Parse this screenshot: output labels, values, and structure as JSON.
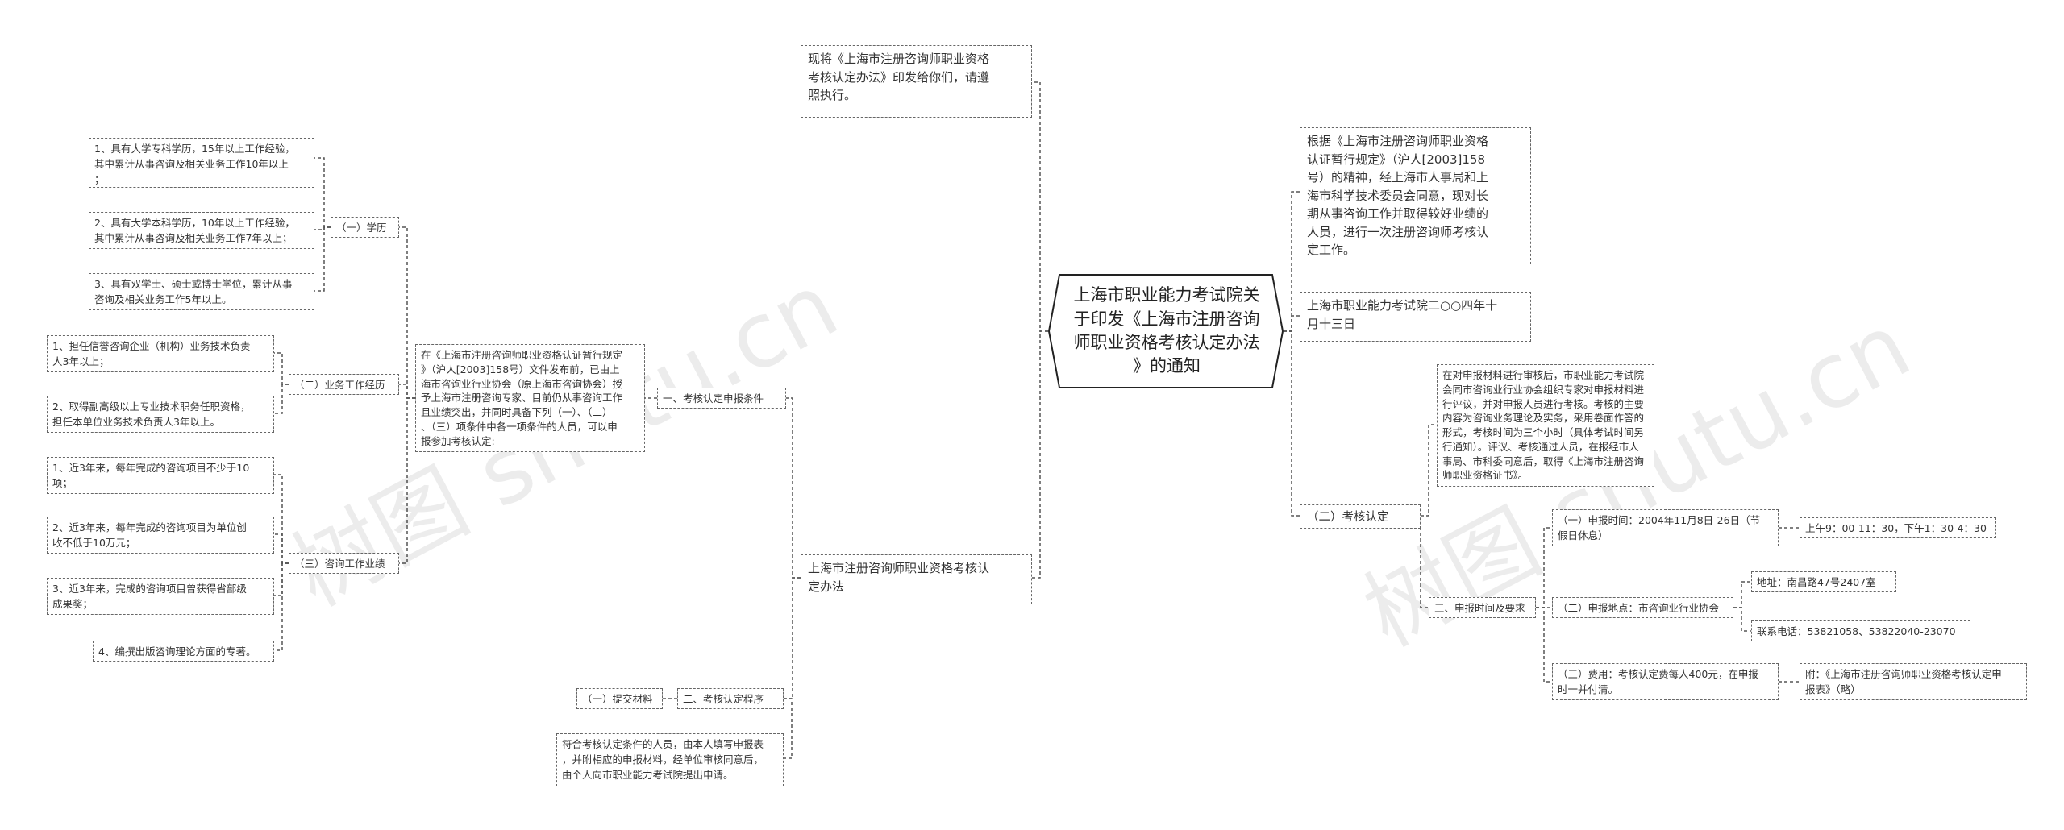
{
  "root": {
    "title": "上海市职业能力考试院关\n于印发《上海市注册咨询\n师职业资格考核认定办法\n》的通知"
  },
  "left": {
    "notice": "现将《上海市注册咨询师职业资格\n考核认定办法》印发给你们，请遵\n照执行。",
    "method_title": "上海市注册咨询师职业资格考核认\n定办法",
    "s1": {
      "label": "一、考核认定申报条件",
      "desc": "在《上海市注册咨询师职业资格认证暂行规定\n》（沪人[2003]158号）文件发布前，已由上\n海市咨询业行业协会（原上海市咨询协会）授\n予上海市注册咨询专家、目前仍从事咨询工作\n且业绩突出，并同时具备下列（一）、（二）\n、（三）项条件中各一项条件的人员，可以申\n报参加考核认定:",
      "edu": {
        "label": "（一）学历",
        "items": [
          "1、具有大学专科学历，15年以上工作经验，\n其中累计从事咨询及相关业务工作10年以上\n；",
          "2、具有大学本科学历，10年以上工作经验，\n其中累计从事咨询及相关业务工作7年以上；",
          "3、具有双学士、硕士或博士学位，累计从事\n咨询及相关业务工作5年以上。"
        ]
      },
      "work": {
        "label": "（二）业务工作经历",
        "items": [
          "1、担任信誉咨询企业（机构）业务技术负责\n人3年以上；",
          "2、取得副高级以上专业技术职务任职资格，\n担任本单位业务技术负责人3年以上。"
        ]
      },
      "perf": {
        "label": "（三）咨询工作业绩",
        "items": [
          "1、近3年来，每年完成的咨询项目不少于10\n项；",
          "2、近3年来，每年完成的咨询项目为单位创\n收不低于10万元；",
          "3、近3年来，完成的咨询项目曾获得省部级\n成果奖；",
          "4、编撰出版咨询理论方面的专著。"
        ]
      }
    },
    "s2": {
      "label": "二、考核认定程序",
      "sub": "（一）提交材料",
      "desc": "符合考核认定条件的人员，由本人填写申报表\n，并附相应的申报材料，经单位审核同意后，\n由个人向市职业能力考试院提出申请。"
    }
  },
  "right": {
    "basis": "根据《上海市注册咨询师职业资格\n认证暂行规定》（沪人[2003]158\n号）的精神，经上海市人事局和上\n海市科学技术委员会同意，现对长\n期从事咨询工作并取得较好业绩的\n人员，进行一次注册咨询师考核认\n定工作。",
    "issuer": "上海市职业能力考试院二○○四年十\n月十三日",
    "review": {
      "label": "（二）考核认定",
      "desc": "在对申报材料进行审核后，市职业能力考试院\n会同市咨询业行业协会组织专家对申报材料进\n行评议，并对申报人员进行考核。考核的主要\n内容为咨询业务理论及实务，采用卷面作答的\n形式，考核时间为三个小时（具体考试时间另\n行通知）。评议、考核通过人员，在报经市人\n事局、市科委同意后，取得《上海市注册咨询\n师职业资格证书》。"
    },
    "s3": {
      "label": "三、申报时间及要求",
      "time": "（一）申报时间：2004年11月8日-26日（节\n假日休息）",
      "time_detail": "上午9：00-11：30，下午1：30-4：30",
      "place": "（二）申报地点：市咨询业行业协会",
      "address": "地址：南昌路47号2407室",
      "phone": "联系电话：53821058、53822040-23070",
      "fee": "（三）费用：考核认定费每人400元，在申报\n时一并付清。",
      "attach": "附：《上海市注册咨询师职业资格考核认定申\n报表》（略）"
    }
  },
  "watermarks": [
    "树图 shutu.cn",
    "树图 shutu.cn"
  ],
  "colors": {
    "border": "#666666",
    "line": "#555555",
    "text": "#333333"
  }
}
